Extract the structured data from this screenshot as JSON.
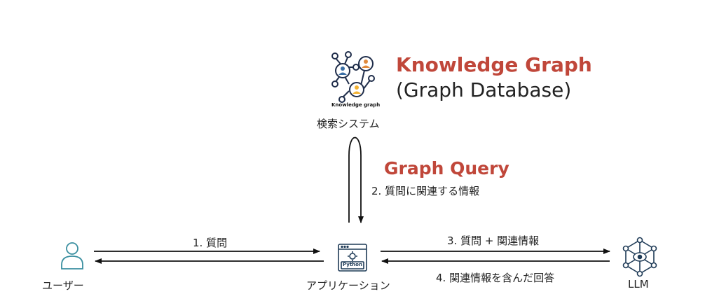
{
  "knowledge_graph": {
    "title": "Knowledge Graph",
    "subtitle": "(Graph Database)",
    "icon_caption": "Knowledge graph",
    "label": "検索システム",
    "icon": "knowledge-graph-icon"
  },
  "graph_query": {
    "title": "Graph Query",
    "label": "2. 質問に関連する情報"
  },
  "user": {
    "label": "ユーザー",
    "icon": "user-icon"
  },
  "application": {
    "label": "アプリケーション",
    "icon_text": "Python",
    "icon": "python-app-icon"
  },
  "llm": {
    "label": "LLM",
    "icon": "llm-network-icon"
  },
  "edges": {
    "user_to_app": "1. 質問",
    "app_to_llm": "3. 質問 + 関連情報",
    "llm_to_app": "4. 関連情報を含んだ回答"
  },
  "colors": {
    "accent": "#c0473a",
    "icon_blue": "#3a6ea5",
    "icon_orange": "#e08a3c",
    "icon_yellow": "#f2b234",
    "line": "#111111"
  }
}
